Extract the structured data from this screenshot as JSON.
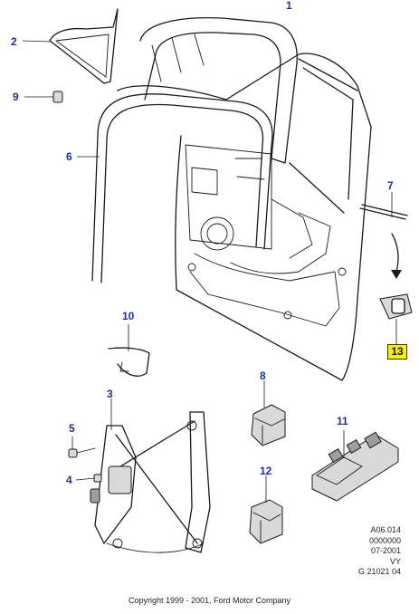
{
  "callouts": {
    "c1": "1",
    "c2": "2",
    "c3": "3",
    "c4": "4",
    "c5": "5",
    "c6": "6",
    "c7": "7",
    "c8": "8",
    "c9": "9",
    "c10": "10",
    "c11": "11",
    "c12": "12",
    "c13": "13"
  },
  "reference_code": {
    "line1": "A06.014",
    "line2": "0000000",
    "line3": "07-2001",
    "line4": "VY",
    "line5": "G 21021 04"
  },
  "copyright": "Copyright 1999 - 2001, Ford Motor Company",
  "colors": {
    "callout_text": "#1f2f9a",
    "highlight": "#f5f200",
    "line": "#1a1a1a"
  }
}
